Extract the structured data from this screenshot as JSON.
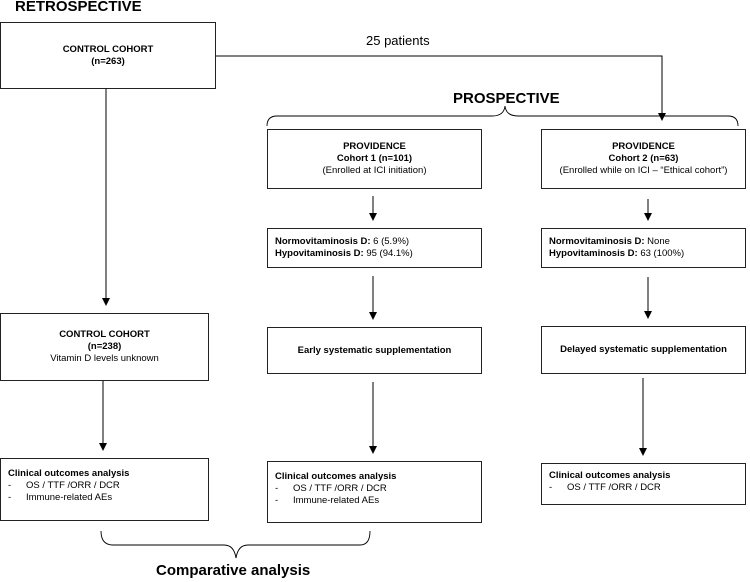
{
  "headings": {
    "retrospective": "RETROSPECTIVE",
    "prospective": "PROSPECTIVE",
    "comparative": "Comparative analysis",
    "transfer": "25 patients"
  },
  "control_top": {
    "title": "CONTROL COHORT",
    "n": "(n=263)"
  },
  "cohort1": {
    "title": "PROVIDENCE",
    "subtitle": "Cohort 1 (n=101)",
    "note": "(Enrolled at ICI initiation)"
  },
  "cohort2": {
    "title": "PROVIDENCE",
    "subtitle": "Cohort 2 (n=63)",
    "note": "(Enrolled while on ICI – “Ethical cohort”)"
  },
  "status1": {
    "normo_label": "Normovitaminosis D:",
    "normo_value": " 6 (5.9%)",
    "hypo_label": "Hypovitaminosis D:",
    "hypo_value": " 95 (94.1%)"
  },
  "status2": {
    "normo_label": "Normovitaminosis D:",
    "normo_value": " None",
    "hypo_label": "Hypovitaminosis D:",
    "hypo_value": " 63 (100%)"
  },
  "control_mid": {
    "title": "CONTROL COHORT",
    "n": "(n=238)",
    "note": "Vitamin D levels unknown"
  },
  "supp1": {
    "label": "Early systematic supplementation"
  },
  "supp2": {
    "label": "Delayed systematic supplementation"
  },
  "outcomes_control": {
    "title": "Clinical outcomes analysis",
    "items": [
      "OS / TTF /ORR / DCR",
      "Immune-related AEs"
    ]
  },
  "outcomes1": {
    "title": "Clinical outcomes analysis",
    "items": [
      "OS / TTF /ORR / DCR",
      "Immune-related AEs"
    ]
  },
  "outcomes2": {
    "title": "Clinical outcomes analysis",
    "items": [
      "OS / TTF /ORR / DCR"
    ]
  },
  "bullet": "-"
}
